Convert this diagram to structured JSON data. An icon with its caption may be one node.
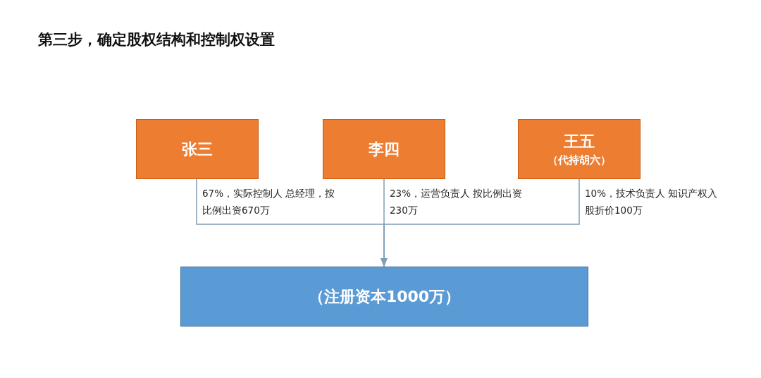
{
  "diagram": {
    "title": "第三步，确定股权结构和控制权设置",
    "nodes": [
      {
        "text": [
          "张三"
        ]
      },
      {
        "text": [
          "李四"
        ]
      },
      {
        "text": [
          "王五",
          "（代持胡六）"
        ]
      },
      {
        "text": [
          "（注册资本1000万）"
        ]
      }
    ],
    "edges": [
      {
        "from": 0,
        "to": 3,
        "arrow": "to",
        "label": "67%，实际控制人 总经理，按比例出资670万"
      },
      {
        "from": 1,
        "to": 3,
        "arrow": "to",
        "label": "23%，运营负责人 按比例出资230万"
      },
      {
        "from": 2,
        "to": 3,
        "arrow": "to",
        "label": "10%，技术负责人 知识产权入股折价100万"
      }
    ]
  }
}
